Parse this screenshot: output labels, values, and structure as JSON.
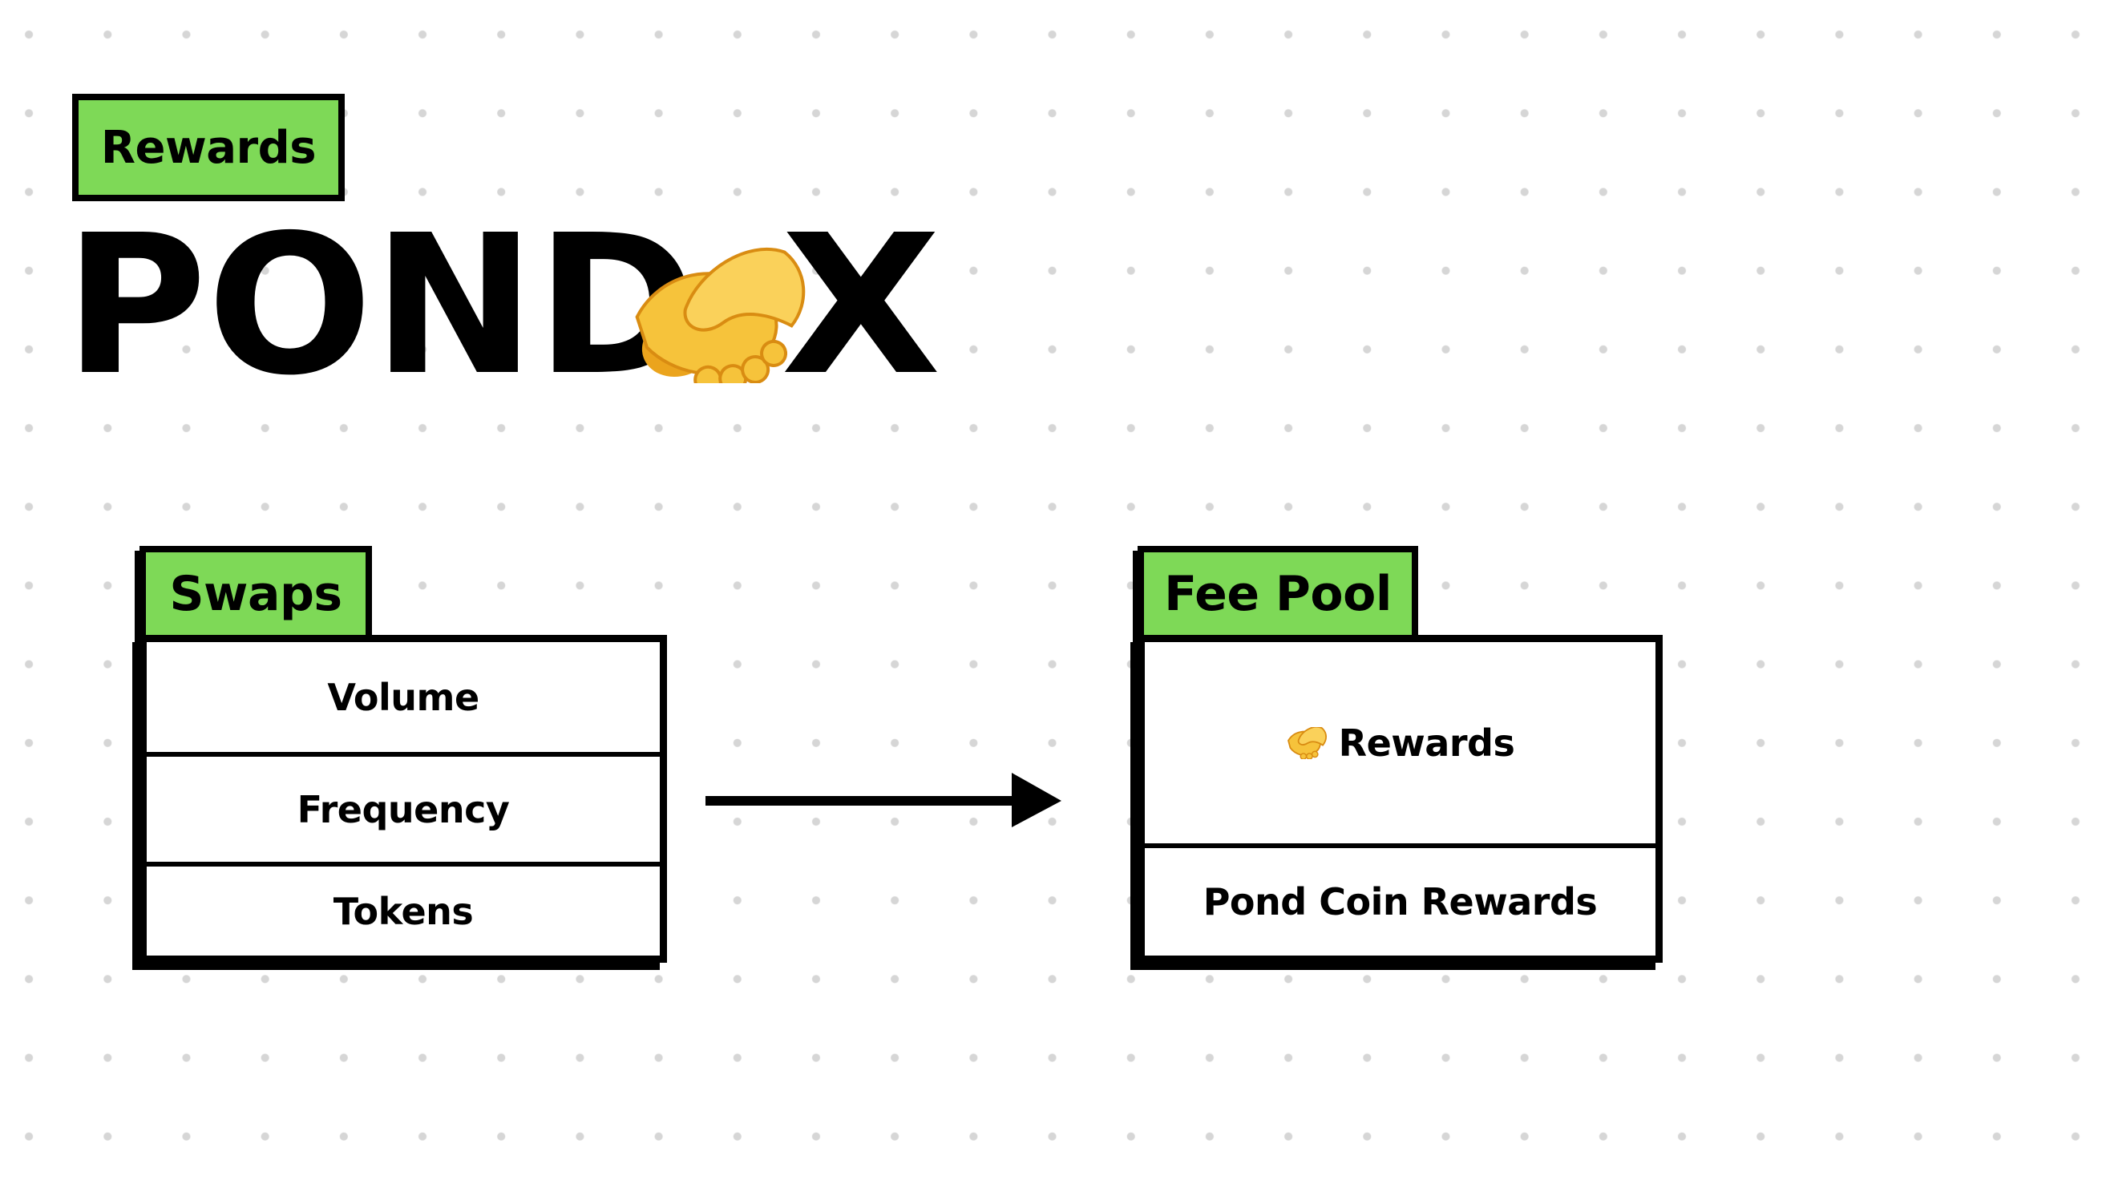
{
  "title_tag": "Rewards",
  "logo": {
    "text_left": "POND",
    "text_right": "X",
    "icon": "handshake-icon"
  },
  "swaps": {
    "title": "Swaps",
    "rows": [
      "Volume",
      "Frequency",
      "Tokens"
    ]
  },
  "fee_pool": {
    "title": "Fee Pool",
    "rows": [
      "Rewards",
      "Pond Coin Rewards"
    ],
    "row_icon": "handshake-icon"
  },
  "colors": {
    "accent_green": "#7ed957",
    "border": "#000000",
    "handshake": "#f6c33b",
    "grid_dot": "#d6d6d6"
  }
}
